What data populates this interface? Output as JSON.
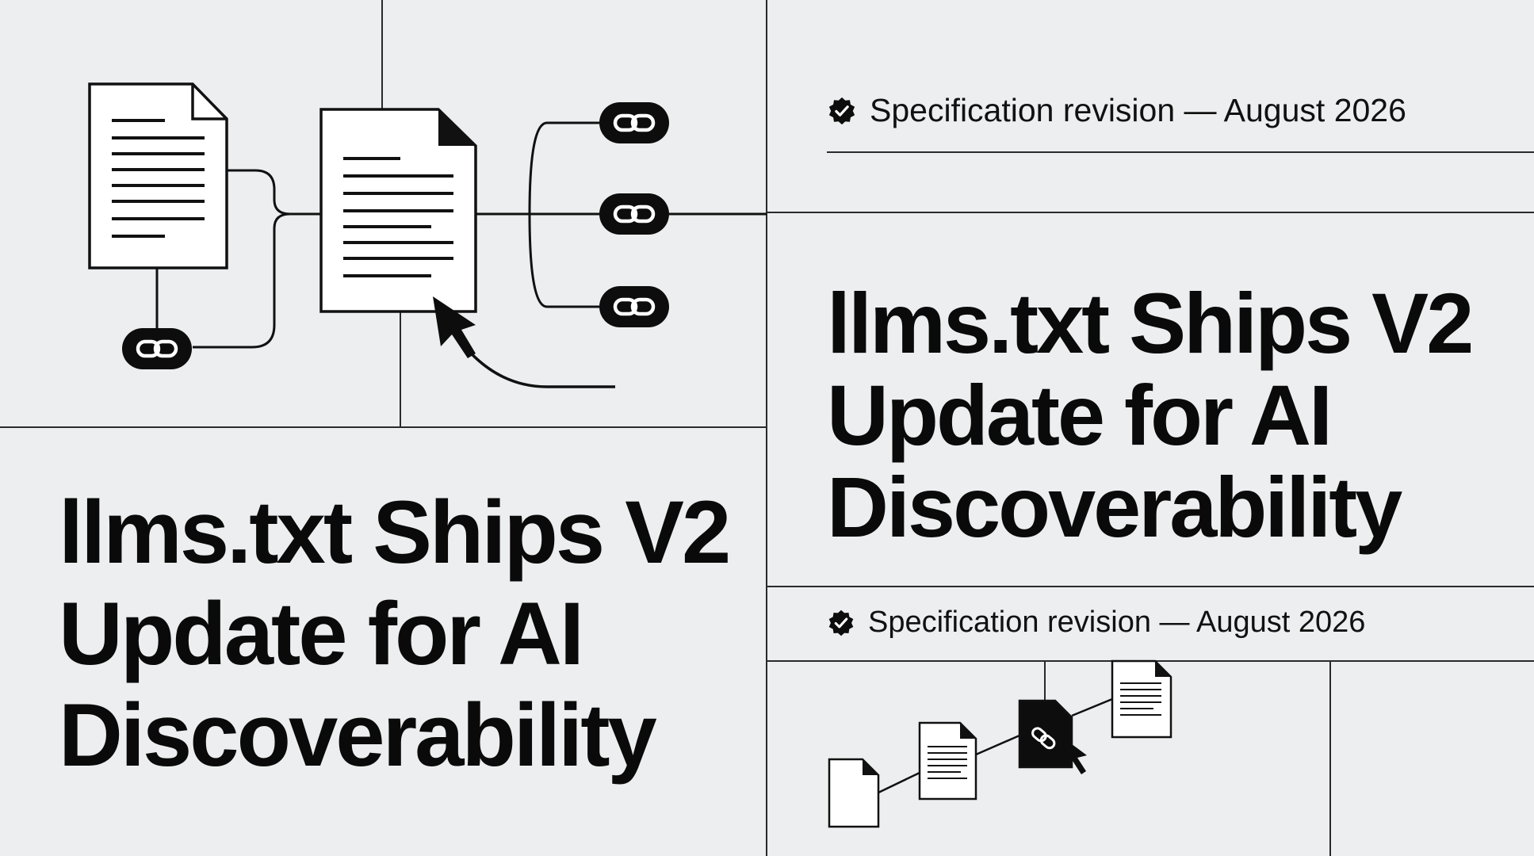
{
  "headline_left": {
    "lines": [
      "llms.txt Ships V2",
      "Update for AI",
      "Discoverability"
    ]
  },
  "headline_right": {
    "lines": [
      "llms.txt Ships V2",
      "Update for AI",
      "Discoverability"
    ]
  },
  "revision_top": {
    "text": "Specification revision — August 2026",
    "icon": "check-badge-icon"
  },
  "revision_bottom": {
    "text": "Specification revision — August 2026",
    "icon": "check-badge-icon"
  },
  "colors": {
    "background": "#eceeef",
    "ink": "#0a0a0a",
    "rule": "#2a2a2a"
  }
}
